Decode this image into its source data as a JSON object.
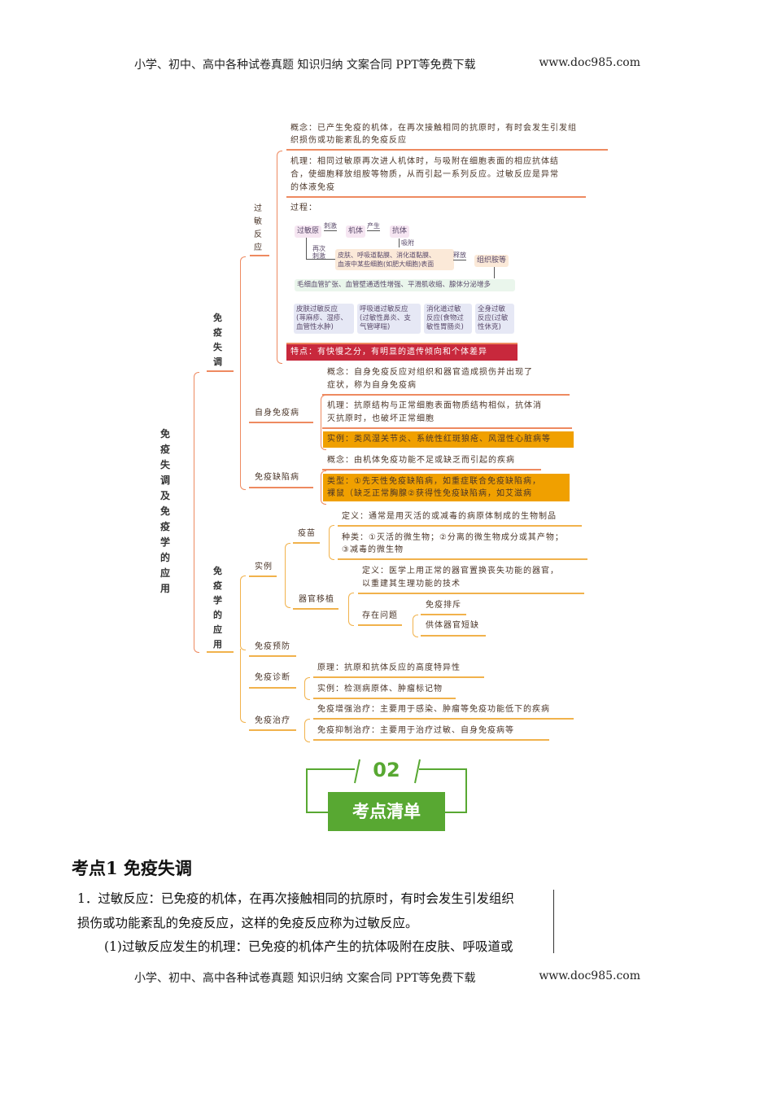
{
  "header": {
    "left": "小学、初中、高中各种试卷真题 知识归纳 文案合同 PPT等免费下载",
    "right": "www.doc985.com"
  },
  "footer": {
    "left": "小学、初中、高中各种试卷真题 知识归纳 文案合同 PPT等免费下载",
    "right": "www.doc985.com"
  },
  "mindmap": {
    "root": "免疫失调及免疫学的应用",
    "dysregulation": {
      "label": "免疫失调",
      "allergy": {
        "label": "过敏反应",
        "concept": [
          "概念：已产生免疫的机体，在再次接触相同的抗原时，有时会发生引发组",
          "织损伤或功能紊乱的免疫反应"
        ],
        "mechanism": [
          "机理：相同过敏原再次进人机体时，与吸附在细胞表面的相应抗体结",
          "合，使细胞释放组胺等物质，从而引起一系列反应。过敏反应是异常",
          "的体液免疫"
        ],
        "process_label": "过程：",
        "process": {
          "allergen": "过敏原",
          "stimulate": "刺激",
          "body": "机体",
          "produce": "产生",
          "antibody": "抗体",
          "adsorb": "吸附",
          "restimulate": "再次刺激",
          "surface": [
            "皮肤、呼吸道黏膜、消化道黏膜、",
            "血液中某些细胞(如肥大细胞)表面"
          ],
          "release": "释放",
          "histamine": "组织胺等",
          "effects": "毛细血管扩张、血管壁通透性增强、平滑肌收缩、腺体分泌增多",
          "types": [
            [
              "皮肤过敏反应",
              "(荨麻疹、湿疹、",
              "血管性水肿)"
            ],
            [
              "呼吸道过敏反应",
              "(过敏性鼻炎、支",
              "气管哮喘)"
            ],
            [
              "消化道过敏",
              "反应(食物过",
              "敏性胃肠炎)"
            ],
            [
              "全身过敏",
              "反应(过敏",
              "性休克)"
            ]
          ]
        },
        "feature": "特点：有快慢之分，有明显的遗传倾向和个体差异"
      },
      "autoimmune": {
        "label": "自身免疫病",
        "concept": [
          "概念：自身免疫反应对组织和器官造成损伤并出现了",
          "症状，称为自身免疫病"
        ],
        "mechanism": [
          "机理：抗原结构与正常细胞表面物质结构相似，抗体消",
          "灭抗原时，也破坏正常细胞"
        ],
        "example": "实例：类风湿关节炎、系统性红斑狼疮、风湿性心脏病等"
      },
      "immunodeficiency": {
        "label": "免疫缺陷病",
        "concept": "概念：由机体免疫功能不足或缺乏而引起的疾病",
        "types": [
          "类型：①先天性免疫缺陷病，如重症联合免疫缺陷病，",
          "裸鼠（缺乏正常胸腺②获得性免疫缺陷病，如艾滋病"
        ]
      }
    },
    "application": {
      "label": "免疫学的应用",
      "examples": {
        "label": "实例",
        "vaccine": {
          "label": "疫苗",
          "definition": "定义：通常是用灭活的或减毒的病原体制成的生物制品",
          "types": [
            "种类：①灭活的微生物；②分离的微生物成分或其产物；",
            "③减毒的微生物"
          ]
        },
        "transplant": {
          "label": "器官移植",
          "definition": [
            "定义：医学上用正常的器官置换丧失功能的器官，",
            "以重建其生理功能的技术"
          ],
          "problems": {
            "label": "存在问题",
            "items": [
              "免疫排斥",
              "供体器官短缺"
            ]
          }
        }
      },
      "prevention": {
        "label": "免疫预防"
      },
      "diagnosis": {
        "label": "免疫诊断",
        "principle": "原理：抗原和抗体反应的高度特异性",
        "example": "实例：检测病原体、肿瘤标记物"
      },
      "therapy": {
        "label": "免疫治疗",
        "enhance": "免疫增强治疗：主要用于感染、肿瘤等免疫功能低下的疾病",
        "suppress": "免疫抑制治疗：主要用于治疗过敏、自身免疫病等"
      }
    }
  },
  "badge": {
    "number": "02",
    "title": "考点清单",
    "color": "#58a832"
  },
  "section": {
    "heading": "考点1  免疫失调",
    "paragraphs": [
      "1．过敏反应：已免疫的机体，在再次接触相同的抗原时，有时会发生引发组织",
      "损伤或功能紊乱的免疫反应，这样的免疫反应称为过敏反应。",
      "(1)过敏反应发生的机理：已免疫的机体产生的抗体吸附在皮肤、呼吸道或"
    ]
  }
}
